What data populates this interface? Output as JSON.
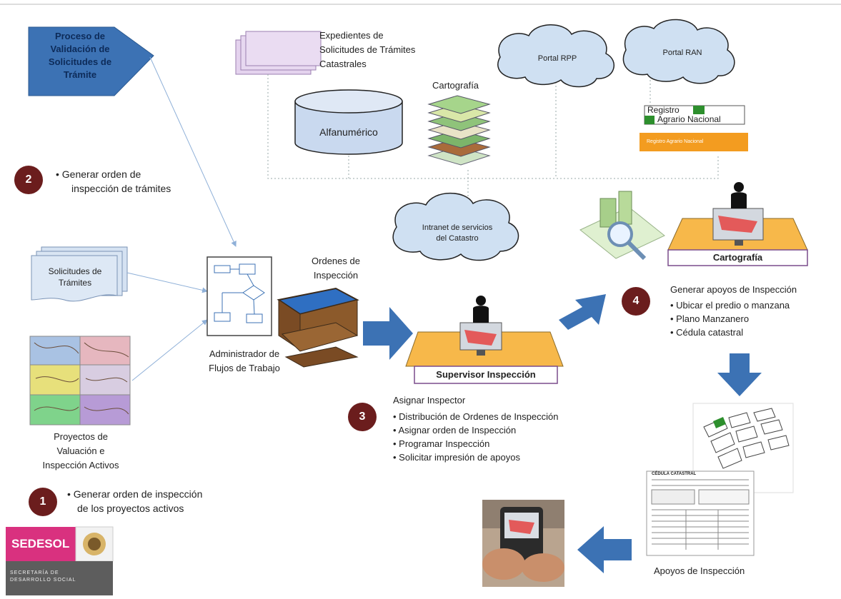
{
  "left": {
    "proceso_lines": [
      "Proceso de",
      "Validación de",
      "Solicitudes de",
      "Trámite"
    ],
    "step2_number": "2",
    "step2_lines": [
      "Generar orden de",
      "inspección de trámites"
    ],
    "solicitudes_lines": [
      "Solicitudes de",
      "Trámites"
    ],
    "proyectos_lines": [
      "Proyectos de",
      "Valuación e",
      "Inspección Activos"
    ],
    "step1_number": "1",
    "step1_lines": [
      "Generar orden de inspección",
      "de los proyectos activos"
    ]
  },
  "logo": {
    "name": "SEDESOL",
    "subtitle_lines": [
      "SECRETARÍA DE",
      "DESARROLLO SOCIAL"
    ]
  },
  "top": {
    "expedientes_lines": [
      "Expedientes de",
      "Solicitudes de Trámites",
      "Catastrales"
    ],
    "cartografia_title": "Cartografía",
    "alfanumerico": "Alfanumérico",
    "portal_rpp": "Portal RPP",
    "portal_ran": "Portal RAN",
    "ran_logo_lines": [
      "Registro",
      "Agrario Nacional"
    ],
    "ran_bar_text": "Registro Agrario Nacional"
  },
  "center": {
    "intranet_lines": [
      "Intranet de servicios",
      "del Catastro"
    ],
    "admin_lines": [
      "Administrador de",
      "Flujos de Trabajo"
    ],
    "ordenes_lines": [
      "Ordenes de",
      "Inspección"
    ],
    "supervisor_label": "Supervisor Inspección",
    "step3_number": "3",
    "step3_title": "Asignar Inspector",
    "step3_items": [
      "Distribución de Ordenes de Inspección",
      "Asignar orden de Inspección",
      "Programar Inspección",
      "Solicitar impresión de apoyos"
    ]
  },
  "right": {
    "cartografia_station_label": "Cartografía",
    "step4_number": "4",
    "step4_title": "Generar apoyos de Inspección",
    "step4_items": [
      "Ubicar el predio o manzana",
      "Plano Manzanero",
      "Cédula catastral"
    ],
    "apoyos_label": "Apoyos de Inspección",
    "cedula_header": "CÉDULA CATASTRAL"
  },
  "colors": {
    "blue_arrow": "#3c72b4",
    "dark_red_badge": "#6b1d1d",
    "station_orange": "#f7b84a",
    "cloud_fill": "#cfe0f2",
    "pink_logo": "#d9317f"
  }
}
